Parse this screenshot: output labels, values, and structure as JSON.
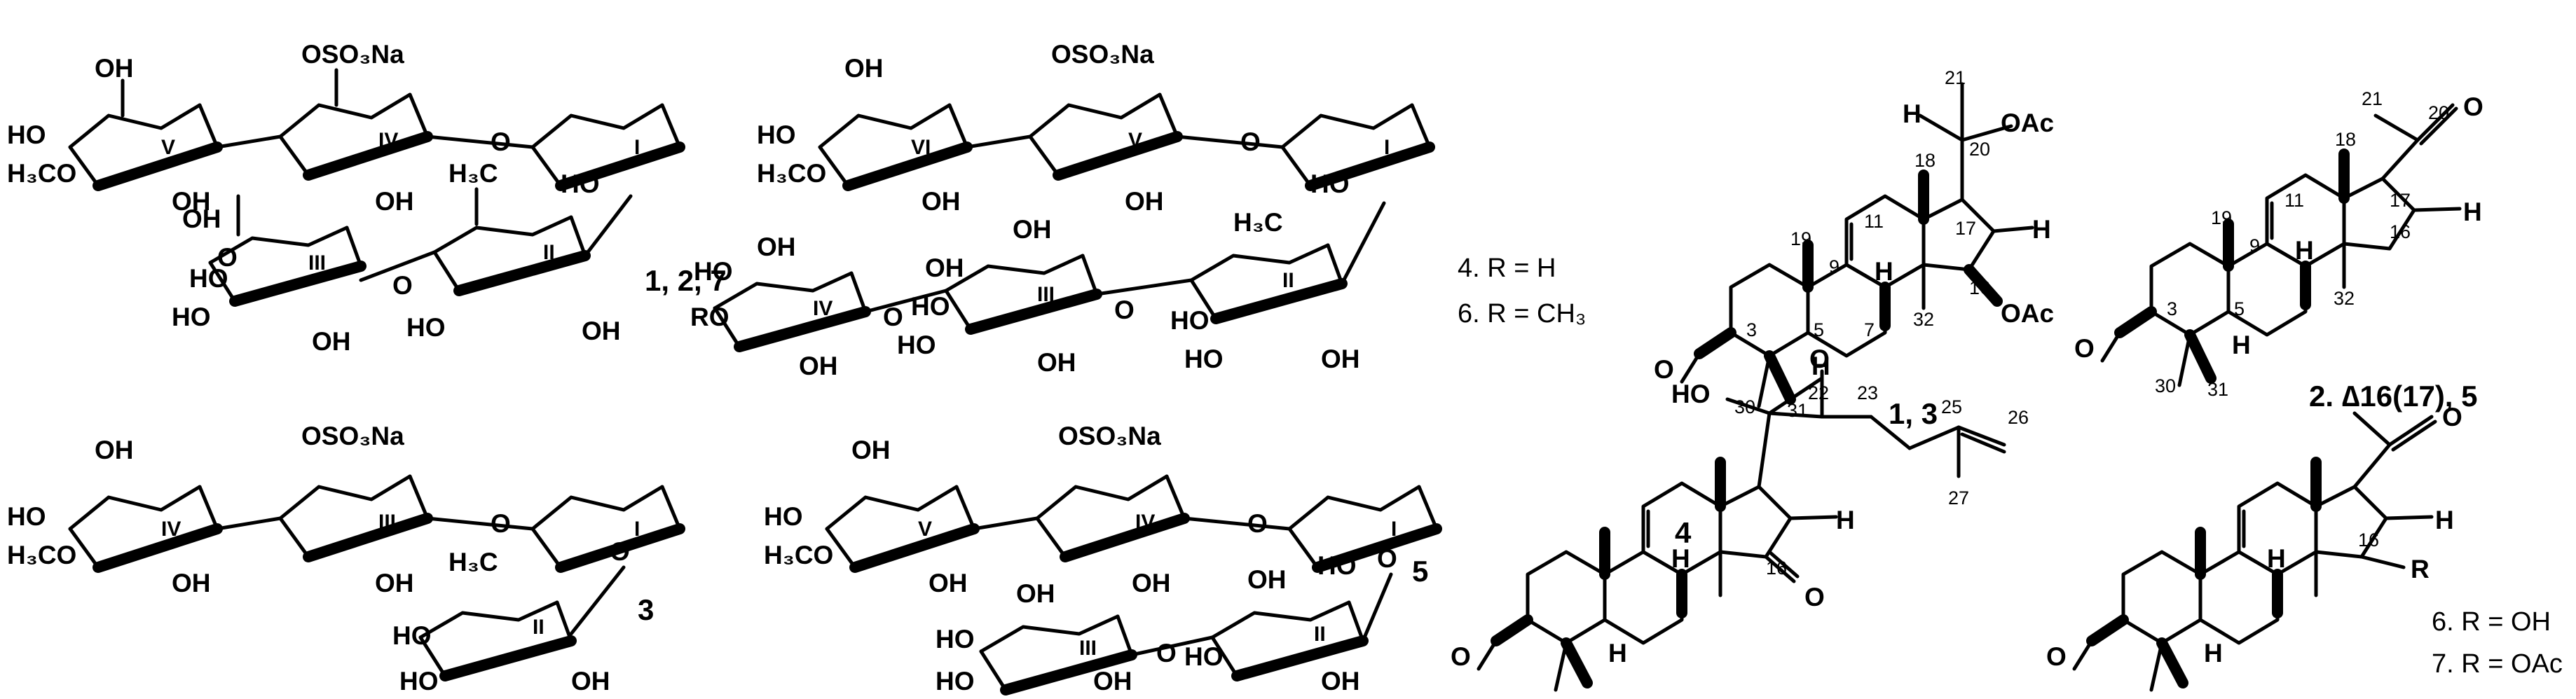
{
  "groups": {
    "oh": "OH",
    "ho": "HO",
    "h3co": "H₃CO",
    "oso3na": "OSO₃Na",
    "o": "O",
    "h3c": "H₃C",
    "ro": "RO",
    "oac": "OAc",
    "h": "H",
    "r": "R"
  },
  "roman": {
    "i": "I",
    "ii": "II",
    "iii": "III",
    "iv": "IV",
    "v": "V",
    "vi": "VI"
  },
  "compounds": {
    "c127": "1, 2, 7",
    "c3": "3",
    "c5": "5",
    "c13": "1, 3",
    "c4": "4",
    "c25": "2. ∆16(17), 5"
  },
  "r_defs": {
    "r4": "4. R = H",
    "r6": "6. R = CH₃",
    "r6b": "6. R = OH",
    "r7": "7. R = OAc"
  },
  "atom_numbers": {
    "n3": "3",
    "n5": "5",
    "n7": "7",
    "n9": "9",
    "n11": "11",
    "n16": "16",
    "n17": "17",
    "n18": "18",
    "n19": "19",
    "n20": "20",
    "n21": "21",
    "n22": "22",
    "n23": "23",
    "n25": "25",
    "n26": "26",
    "n27": "27",
    "n30": "30",
    "n31": "31",
    "n32": "32"
  }
}
